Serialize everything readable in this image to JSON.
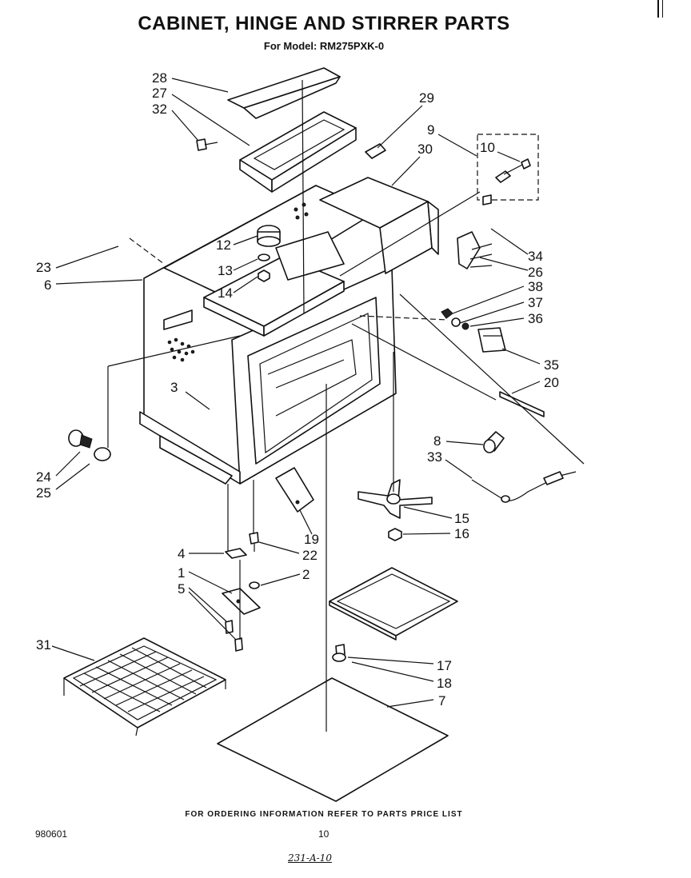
{
  "header": {
    "title": "CABINET, HINGE AND STIRRER PARTS",
    "model_line": "For Model: RM275PXK-0"
  },
  "footer": {
    "ordering_note": "FOR ORDERING INFORMATION REFER TO PARTS PRICE LIST",
    "document_number": "980601",
    "page_number": "10",
    "handwritten_note": "231-A-10"
  },
  "callouts": {
    "c28": "28",
    "c27": "27",
    "c32": "32",
    "c29": "29",
    "c9": "9",
    "c10": "10",
    "c30": "30",
    "c12": "12",
    "c34": "34",
    "c26": "26",
    "c23": "23",
    "c6": "6",
    "c13": "13",
    "c14": "14",
    "c38": "38",
    "c37": "37",
    "c36": "36",
    "c35": "35",
    "c20": "20",
    "c3": "3",
    "c8": "8",
    "c33": "33",
    "c24": "24",
    "c25": "25",
    "c15": "15",
    "c16": "16",
    "c19": "19",
    "c22": "22",
    "c4": "4",
    "c1": "1",
    "c2": "2",
    "c5": "5",
    "c31": "31",
    "c17": "17",
    "c18": "18",
    "c7": "7"
  }
}
